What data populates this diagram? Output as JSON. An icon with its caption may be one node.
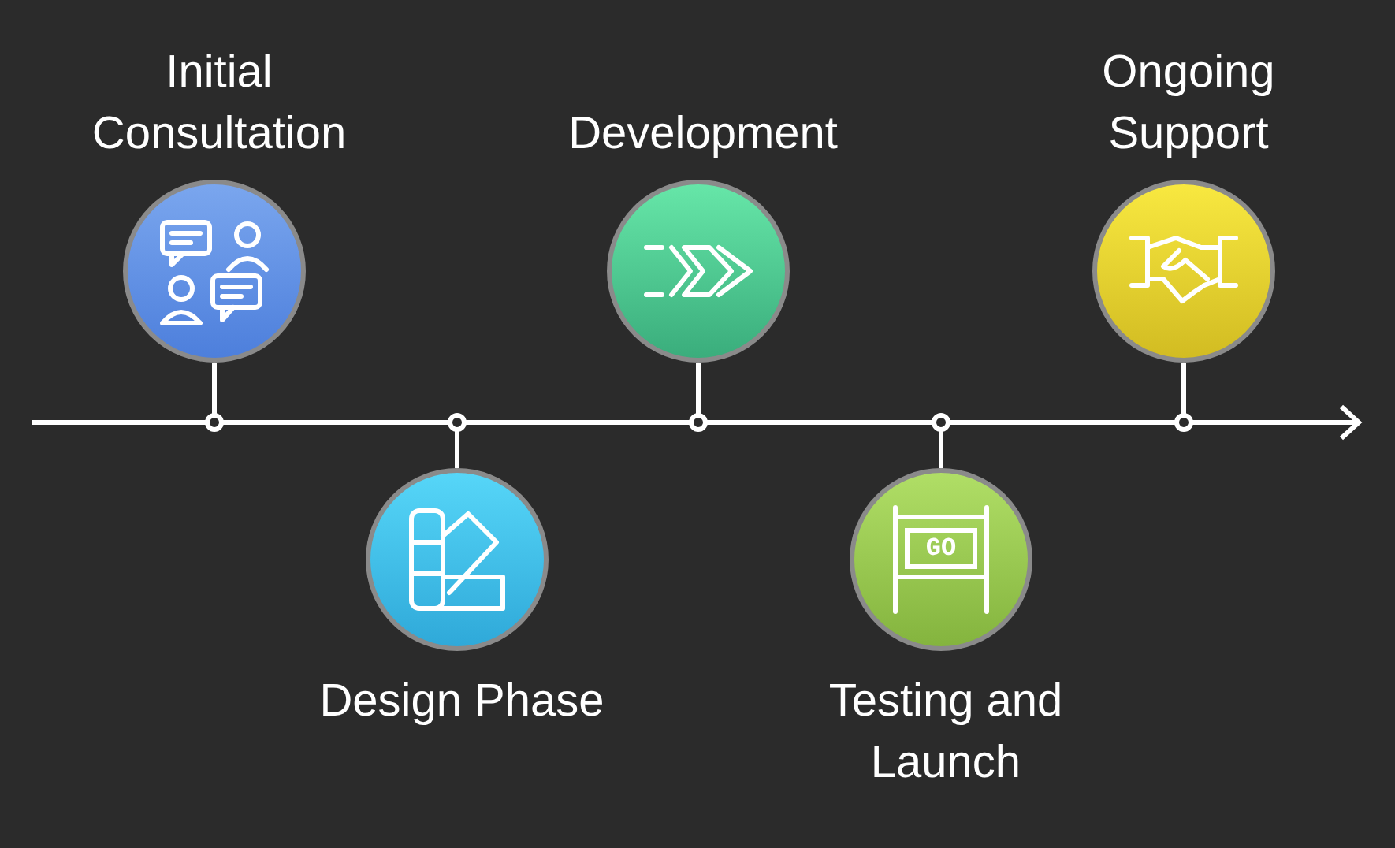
{
  "diagram": {
    "nodes": [
      {
        "text": [
          "Initial Consultation"
        ]
      },
      {
        "text": [
          "Design Phase"
        ]
      },
      {
        "text": [
          "Development"
        ]
      },
      {
        "text": [
          "Testing and Launch"
        ]
      },
      {
        "text": [
          "Ongoing Support"
        ]
      },
      {
        "text": [],
        "shape": "bar"
      }
    ],
    "edges": [
      {
        "from": 0,
        "to": 5,
        "arrow": "other"
      },
      {
        "from": 1,
        "to": 5,
        "arrow": "other"
      },
      {
        "from": 2,
        "to": 5,
        "arrow": "other"
      },
      {
        "from": 3,
        "to": 5,
        "arrow": "other"
      },
      {
        "from": 4,
        "to": 5,
        "arrow": "other"
      }
    ],
    "labels": [
      "GO"
    ]
  }
}
